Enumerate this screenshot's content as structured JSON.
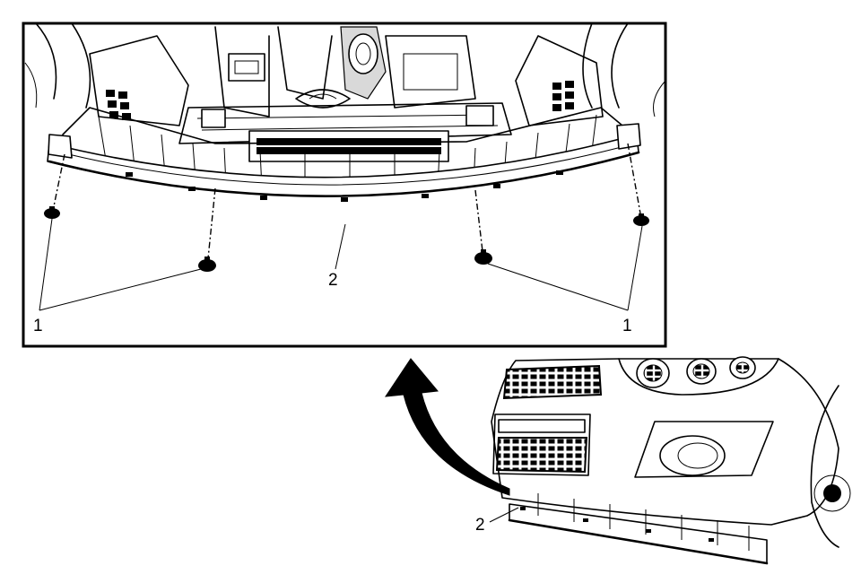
{
  "figure": {
    "callouts": {
      "fastener_left": "1",
      "fastener_right": "1",
      "deflector_detail": "2",
      "deflector_vehicle": "2"
    }
  }
}
